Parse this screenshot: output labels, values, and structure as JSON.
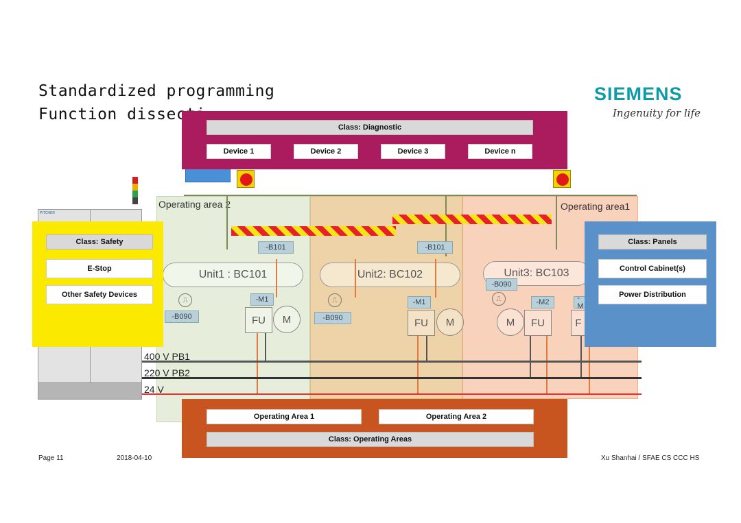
{
  "title": {
    "line1": "Standardized programming",
    "line2": "Function dissecti"
  },
  "brand": {
    "name": "SIEMENS",
    "tagline": "Ingenuity for life"
  },
  "cabinet": {
    "label": "PITCHER"
  },
  "zones": {
    "area2_label": "Operating area 2",
    "area1_label": "Operating area1"
  },
  "units": [
    {
      "label": "Unit1 : BC101",
      "sensor": "-B101",
      "encoder": "-B090",
      "motor_tag": "-M1",
      "fu": "FU",
      "motor": "M"
    },
    {
      "label": "Unit2: BC102",
      "sensor": "-B101",
      "encoder": "-B090",
      "motor_tag": "-M1",
      "fu": "FU",
      "motor": "M"
    },
    {
      "label": "Unit3: BC103",
      "encoder": "-B090",
      "motor_tag": "-M2",
      "motor_tag2": "-M",
      "fu": "FU",
      "fu2": "F",
      "motor": "M"
    }
  ],
  "buses": [
    {
      "label": "400 V PB1",
      "color": "#555555"
    },
    {
      "label": "220 V PB2",
      "color": "#333333"
    },
    {
      "label": "24 V",
      "color": "#e53030"
    }
  ],
  "classes": {
    "diagnostic": {
      "color": "#ab1c5e",
      "header": "Class: Diagnostic",
      "items": [
        "Device 1",
        "Device 2",
        "Device 3",
        "Device n"
      ]
    },
    "safety": {
      "color": "#fbe900",
      "header": "Class: Safety",
      "items": [
        "E-Stop",
        "Other Safety Devices"
      ]
    },
    "panels": {
      "color": "#5b91c9",
      "header": "Class: Panels",
      "items": [
        "Control Cabinet(s)",
        "Power Distribution"
      ]
    },
    "operating_areas": {
      "color": "#c8541f",
      "header": "Class: Operating Areas",
      "items": [
        "Operating Area 1",
        "Operating Area 2"
      ]
    }
  },
  "footer": {
    "page": "Page 11",
    "date": "2018-04-10",
    "author": "Xu Shanhai / SFAE CS CCC HS"
  },
  "colors": {
    "zone_green": "#e6eedb",
    "zone_tan": "#efd3a8",
    "zone_orange": "#f9d2bb",
    "brand": "#0e9aa7"
  }
}
